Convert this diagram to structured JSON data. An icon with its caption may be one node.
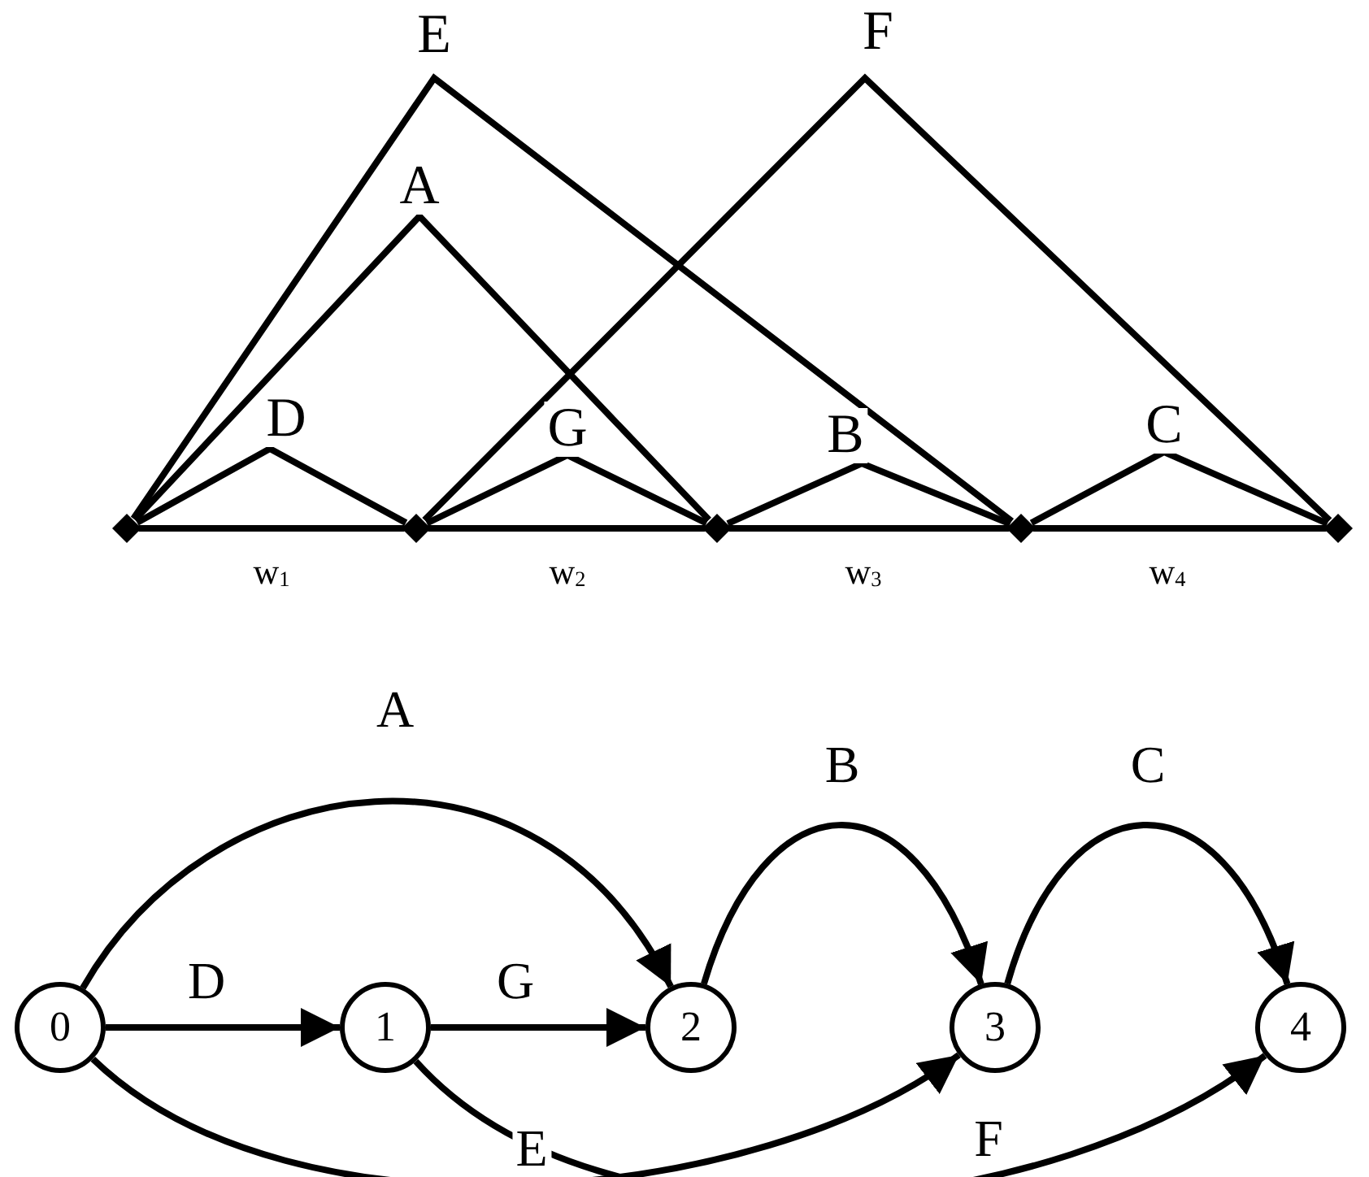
{
  "diagram": {
    "nodes": [
      {
        "text": [],
        "shape": "diamond"
      },
      {
        "text": [],
        "shape": "diamond"
      },
      {
        "text": [],
        "shape": "diamond"
      },
      {
        "text": [],
        "shape": "diamond"
      },
      {
        "text": [],
        "shape": "diamond"
      },
      {
        "text": [
          "0"
        ]
      },
      {
        "text": [
          "1"
        ]
      },
      {
        "text": [
          "2"
        ]
      },
      {
        "text": [
          "3"
        ]
      },
      {
        "text": [
          "4"
        ]
      }
    ],
    "edges": [
      {
        "from": 0,
        "to": 1,
        "arrow": "none",
        "label": "w$_{1}$"
      },
      {
        "from": 1,
        "to": 2,
        "arrow": "none",
        "label": "w$_{2}$"
      },
      {
        "from": 2,
        "to": 3,
        "arrow": "none",
        "label": "w$_{3}$"
      },
      {
        "from": 3,
        "to": 4,
        "arrow": "none",
        "label": "w$_{4}$"
      },
      {
        "from": 0,
        "to": 1,
        "arrow": "none",
        "label": "D"
      },
      {
        "from": 1,
        "to": 2,
        "arrow": "none",
        "label": "G"
      },
      {
        "from": 2,
        "to": 3,
        "arrow": "none",
        "label": "B"
      },
      {
        "from": 3,
        "to": 4,
        "arrow": "none",
        "label": "C"
      },
      {
        "from": 0,
        "to": 2,
        "arrow": "none",
        "label": "A"
      },
      {
        "from": 0,
        "to": 3,
        "arrow": "none",
        "label": "E"
      },
      {
        "from": 1,
        "to": 4,
        "arrow": "none",
        "label": "F"
      },
      {
        "from": 5,
        "to": 6,
        "arrow": "to",
        "label": "D"
      },
      {
        "from": 6,
        "to": 7,
        "arrow": "to",
        "label": "G"
      },
      {
        "from": 5,
        "to": 7,
        "arrow": "to",
        "label": "A"
      },
      {
        "from": 7,
        "to": 8,
        "arrow": "to",
        "label": "B"
      },
      {
        "from": 8,
        "to": 9,
        "arrow": "to",
        "label": "C"
      },
      {
        "from": 5,
        "to": 8,
        "arrow": "to",
        "label": "E"
      },
      {
        "from": 6,
        "to": 9,
        "arrow": "to",
        "label": "F"
      }
    ]
  }
}
